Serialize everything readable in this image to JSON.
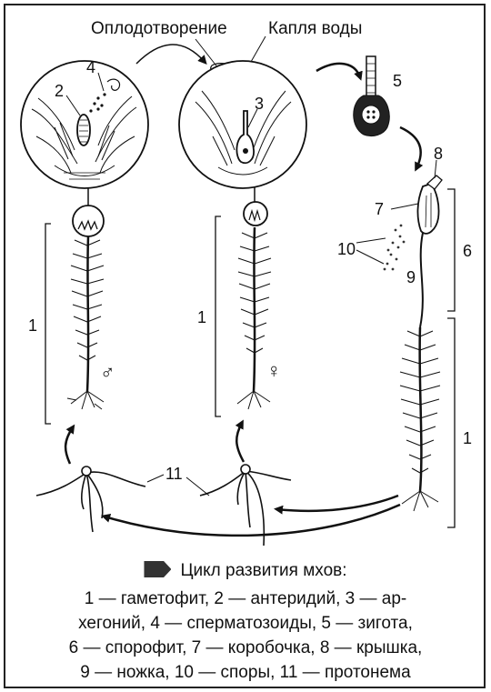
{
  "labels": {
    "fertilization": "Оплодотворение",
    "water_drop": "Капля воды",
    "n1_left": "1",
    "n1_mid": "1",
    "n1_right": "1",
    "n2": "2",
    "n3": "3",
    "n4": "4",
    "n5": "5",
    "n6": "6",
    "n7": "7",
    "n8": "8",
    "n9": "9",
    "n10": "10",
    "n11": "11",
    "male_symbol": "♂",
    "female_symbol": "♀"
  },
  "caption": {
    "title": "Цикл развития мхов:",
    "lines": [
      "1 — гаметофит, 2 — антеридий, 3 — ар-",
      "хегоний, 4 — сперматозоиды, 5 — зигота,",
      "6 — спорофит, 7 — коробочка, 8 — крышка,",
      "9 — ножка, 10 — споры, 11 — протонема"
    ]
  },
  "colors": {
    "ink": "#111111",
    "marker": "#333333",
    "background": "#ffffff"
  }
}
